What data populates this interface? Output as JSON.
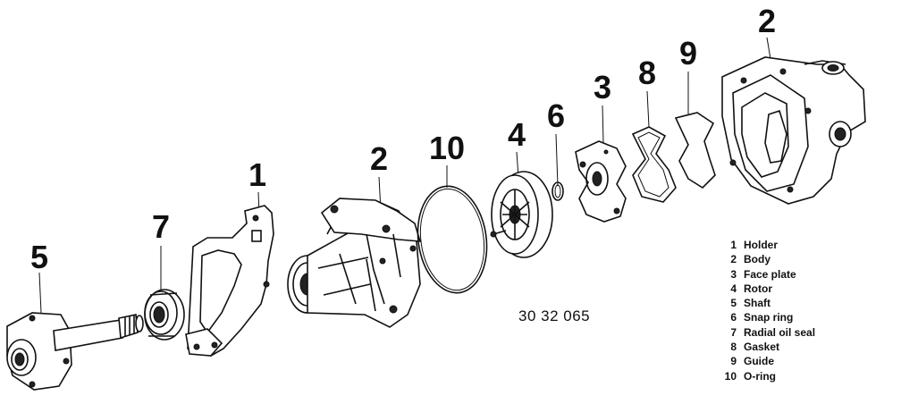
{
  "callouts": {
    "shaft": "5",
    "radial_oil_seal": "7",
    "holder": "1",
    "body_front": "2",
    "o_ring": "10",
    "rotor": "4",
    "snap_ring": "6",
    "face_plate": "3",
    "gasket": "8",
    "guide": "9",
    "body_rear": "2"
  },
  "figure_number": "30 32 065",
  "legend": [
    {
      "num": "1",
      "label": "Holder"
    },
    {
      "num": "2",
      "label": "Body"
    },
    {
      "num": "3",
      "label": "Face plate"
    },
    {
      "num": "4",
      "label": "Rotor"
    },
    {
      "num": "5",
      "label": "Shaft"
    },
    {
      "num": "6",
      "label": "Snap ring"
    },
    {
      "num": "7",
      "label": "Radial oil seal"
    },
    {
      "num": "8",
      "label": "Gasket"
    },
    {
      "num": "9",
      "label": "Guide"
    },
    {
      "num": "10",
      "label": "O-ring"
    }
  ]
}
